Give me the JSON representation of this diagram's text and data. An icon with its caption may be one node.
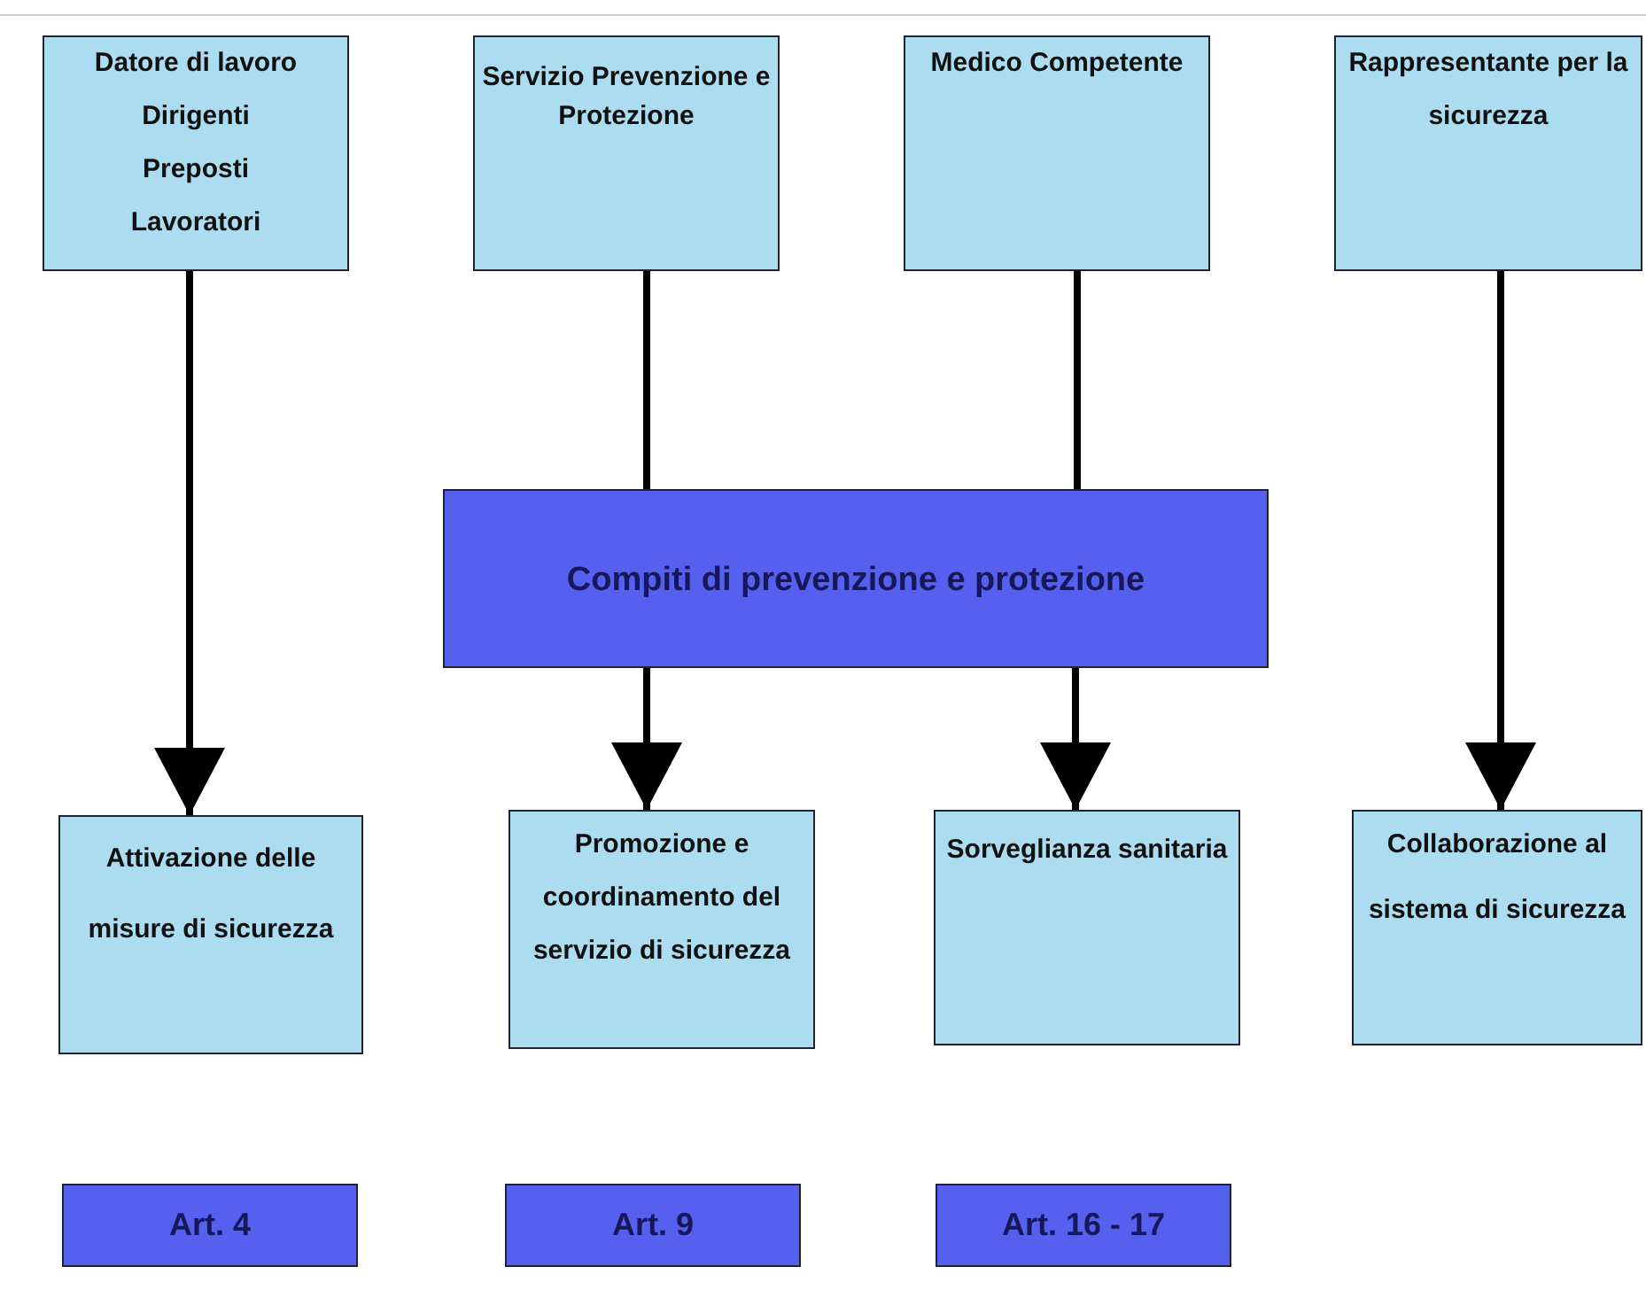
{
  "diagram": {
    "nodes": [
      {
        "text": [
          "Datore di lavoro",
          "Dirigenti",
          "Preposti",
          "Lavoratori"
        ]
      },
      {
        "text": [
          "Servizio Prevenzione e Protezione"
        ]
      },
      {
        "text": [
          "Medico Competente"
        ]
      },
      {
        "text": [
          "Rappresentante per la sicurezza"
        ]
      },
      {
        "text": [
          "Compiti di prevenzione e protezione"
        ]
      },
      {
        "text": [
          "Attivazione delle misure di sicurezza"
        ]
      },
      {
        "text": [
          "Promozione e coordinamento del servizio di sicurezza"
        ]
      },
      {
        "text": [
          "Sorveglianza sanitaria"
        ]
      },
      {
        "text": [
          "Collaborazione al sistema di sicurezza"
        ]
      },
      {
        "text": [
          "Art. 4"
        ]
      },
      {
        "text": [
          "Art. 9"
        ]
      },
      {
        "text": [
          "Art. 16 - 17"
        ]
      }
    ],
    "edges": [
      {
        "from": 0,
        "to": 5,
        "arrow": "to"
      },
      {
        "from": 1,
        "to": 4,
        "arrow": "none"
      },
      {
        "from": 2,
        "to": 4,
        "arrow": "none"
      },
      {
        "from": 4,
        "to": 6,
        "arrow": "to"
      },
      {
        "from": 4,
        "to": 7,
        "arrow": "to"
      },
      {
        "from": 3,
        "to": 8,
        "arrow": "to"
      }
    ]
  }
}
